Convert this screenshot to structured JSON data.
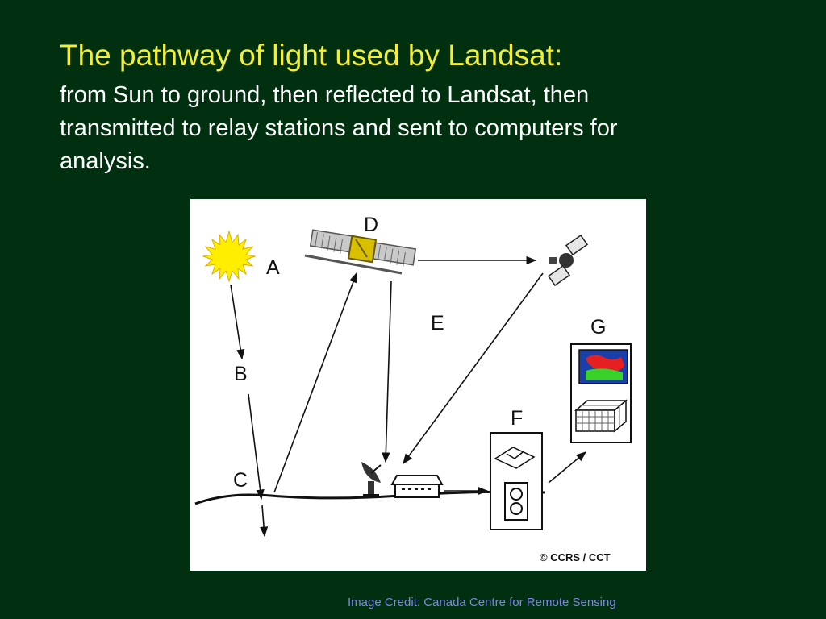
{
  "slide": {
    "title": "The pathway of light used by Landsat:",
    "subtitle": "from Sun to ground, then reflected to Landsat, then transmitted to relay stations and sent to computers for analysis.",
    "credit": "Image Credit: Canada Centre for Remote Sensing"
  },
  "diagram": {
    "labels": {
      "a": "A",
      "b": "B",
      "c": "C",
      "d": "D",
      "e": "E",
      "f": "F",
      "g": "G"
    },
    "copyright": "© CCRS / CCT"
  },
  "colors": {
    "background": "#003010",
    "title": "#f2ee3a",
    "text": "#ffffff",
    "credit": "#7f86e8",
    "sun": "#ffee00"
  },
  "icons": [
    "sun-icon",
    "landsat-satellite-icon",
    "relay-satellite-icon",
    "satellite-dish-icon",
    "ground-station-icon",
    "processing-icon",
    "computer-map-icon"
  ]
}
